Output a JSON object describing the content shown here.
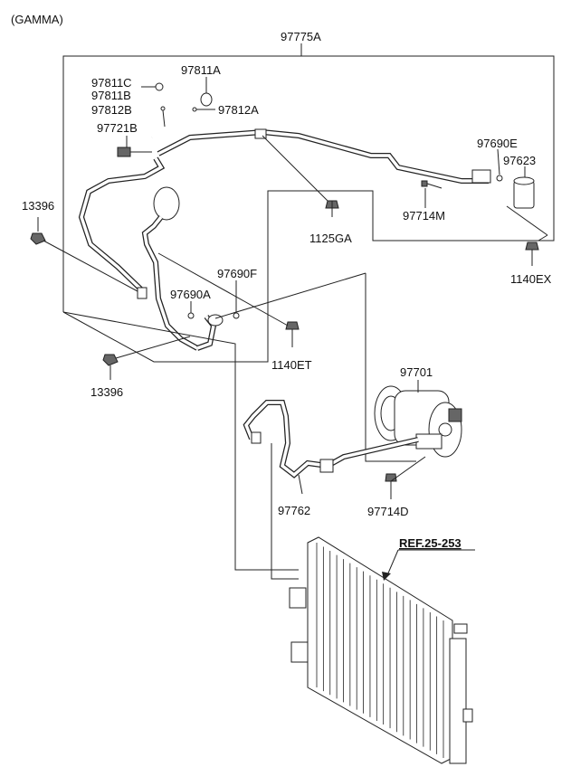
{
  "variant": "(GAMMA)",
  "callouts": {
    "c97775A": "97775A",
    "c97811A": "97811A",
    "c97811C": "97811C",
    "c97811B": "97811B",
    "c97812B": "97812B",
    "c97812A": "97812A",
    "c97721B": "97721B",
    "c97690E": "97690E",
    "c97623": "97623",
    "c13396a": "13396",
    "c97714M": "97714M",
    "c1125GA": "1125GA",
    "c1140EX": "1140EX",
    "c97690F": "97690F",
    "c97690A": "97690A",
    "c1140ET": "1140ET",
    "c13396b": "13396",
    "c97701": "97701",
    "c97762": "97762",
    "c97714D": "97714D",
    "ref": "REF.25-253"
  },
  "colors": {
    "line": "#222222",
    "background": "#ffffff",
    "shade": "#666666"
  }
}
